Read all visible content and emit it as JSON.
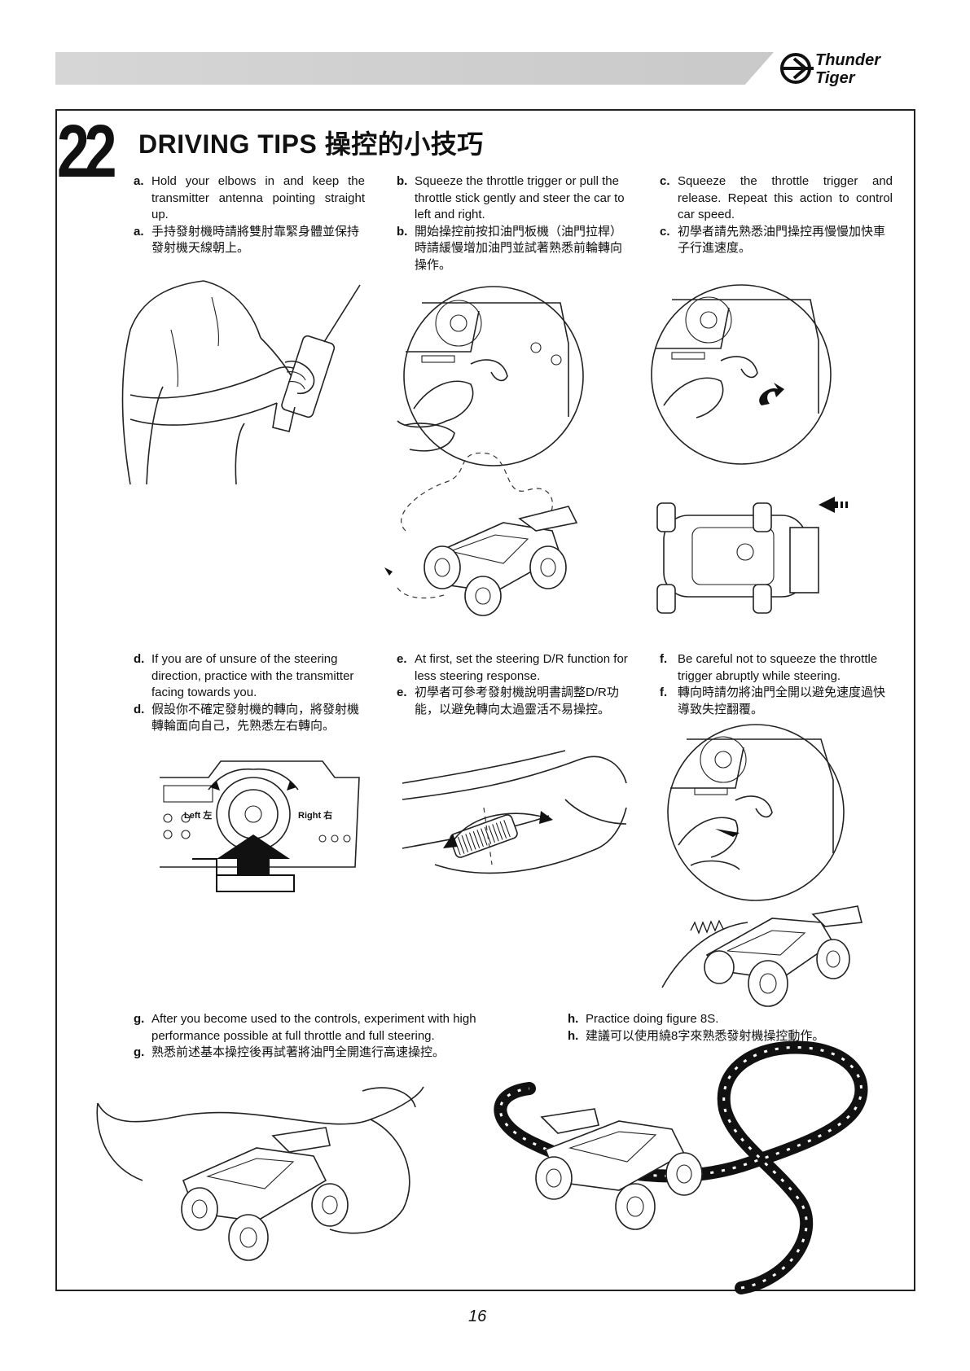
{
  "brand": {
    "line1": "Thunder",
    "line2": "Tiger"
  },
  "section": {
    "number": "22",
    "title": "DRIVING TIPS 操控的小技巧"
  },
  "tips": [
    {
      "letter": "a.",
      "en": "Hold your elbows in and keep the transmitter antenna pointing straight up.",
      "zh_letter": "a.",
      "zh": "手持發射機時請將雙肘靠緊身體並保持發射機天線朝上。"
    },
    {
      "letter": "b.",
      "en": "Squeeze the throttle trigger or pull the throttle stick gently and steer the car to left and right.",
      "zh_letter": "b.",
      "zh": "開始操控前按扣油門板機（油門拉桿）時請緩慢增加油門並試著熟悉前輪轉向操作。"
    },
    {
      "letter": "c.",
      "en": "Squeeze the throttle trigger and release. Repeat this action to control car speed.",
      "zh_letter": "c.",
      "zh": "初學者請先熟悉油門操控再慢慢加快車子行進速度。"
    },
    {
      "letter": "d.",
      "en": "If you are of unsure of the steering direction, practice with the transmitter facing towards you.",
      "zh_letter": "d.",
      "zh": "假設你不確定發射機的轉向，將發射機轉輪面向自己，先熟悉左右轉向。"
    },
    {
      "letter": "e.",
      "en": "At first, set the steering D/R function for less steering response.",
      "zh_letter": "e.",
      "zh": "初學者可參考發射機說明書調整D/R功能，以避免轉向太過靈活不易操控。"
    },
    {
      "letter": "f.",
      "en": "Be careful not to squeeze the throttle trigger abruptly while steering.",
      "zh_letter": "f.",
      "zh": "轉向時請勿將油門全開以避免速度過快導致失控翻覆。"
    },
    {
      "letter": "g.",
      "en": "After you become used to the controls, experiment with high performance possible at full throttle and full steering.",
      "zh_letter": "g.",
      "zh": "熟悉前述基本操控後再試著將油門全開進行高速操控。"
    },
    {
      "letter": "h.",
      "en": "Practice doing figure 8S.",
      "zh_letter": "h.",
      "zh": "建議可以使用繞8字來熟悉發射機操控動作。"
    }
  ],
  "labels": {
    "left": "Left 左",
    "right": "Right 右"
  },
  "page_number": "16"
}
